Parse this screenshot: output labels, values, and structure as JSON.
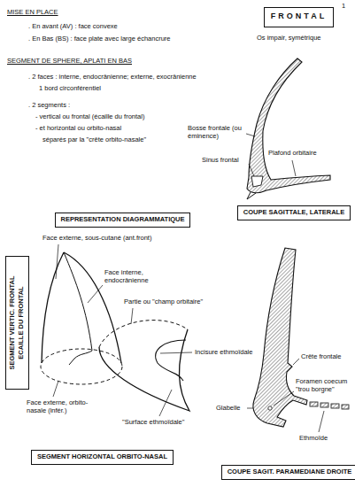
{
  "diagram": {
    "nodes": [
      {
        "text": [
          "FRONTAL"
        ]
      },
      {
        "text": [
          "COUPE SAGITTALE, LATERALE"
        ]
      },
      {
        "text": [
          "REPRESENTATION DIAGRAMMATIQUE"
        ]
      },
      {
        "text": [
          "SEGMENT VERTIC. FRONTAL",
          "ECAILLE DU FRONTAL"
        ]
      },
      {
        "text": [
          "SEGMENT HORIZONTAL ORBITO-NASAL"
        ]
      },
      {
        "text": [
          "COUPE SAGIT. PARAMEDIANE DROITE"
        ]
      }
    ],
    "labels": [
      "1",
      "Os impair, symétrique",
      "MISE EN PLACE",
      ". En avant (AV) : face convexe",
      ". En Bas (BS) : face plate avec large échancrure",
      "SEGMENT DE SPHERE, APLATI EN BAS",
      ". 2 faces : interne, endocrânienne; externe, exocrânienne",
      "1 bord circonférentiel",
      ". 2 segments :",
      "- vertical ou frontal (écaille du frontal)",
      "- et horizontal ou orbito-nasal",
      "séparés par la \"crête orbito-nasale\"",
      "Bosse frontale (ou éminence)",
      "Plafond orbitaire",
      "Sinus frontal",
      "Face externe, sous-cutané (ant.front)",
      "Face interne, endocrânienne",
      "Partie ou \"champ orbitaire\"",
      "Incisure ethmoïdale",
      "Crête frontale",
      "Foramen coecum \"trou borgne\"",
      "Face externe, orbito-nasale (infér.)",
      "Glabelle",
      "Ethmoïde",
      "\"Surface ethmoïdale\""
    ]
  }
}
